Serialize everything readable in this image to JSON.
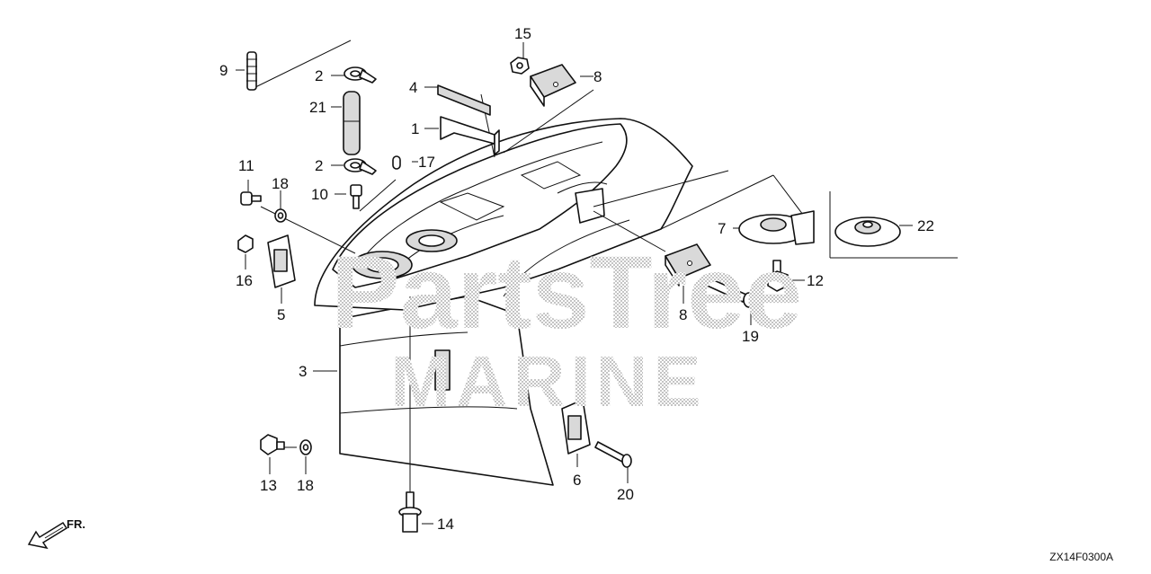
{
  "diagram": {
    "callouts": {
      "c1": "1",
      "c2a": "2",
      "c2b": "2",
      "c3": "3",
      "c4": "4",
      "c5": "5",
      "c6": "6",
      "c7": "7",
      "c8a": "8",
      "c8b": "8",
      "c9": "9",
      "c10": "10",
      "c11": "11",
      "c12": "12",
      "c13": "13",
      "c14": "14",
      "c15": "15",
      "c16": "16",
      "c17": "17",
      "c18a": "18",
      "c18b": "18",
      "c19": "19",
      "c20": "20",
      "c21": "21",
      "c22": "22"
    },
    "direction_label": "FR.",
    "diagram_code": "ZX14F0300A",
    "watermark_line1": "PartsTree",
    "watermark_line2": "MARINE"
  }
}
